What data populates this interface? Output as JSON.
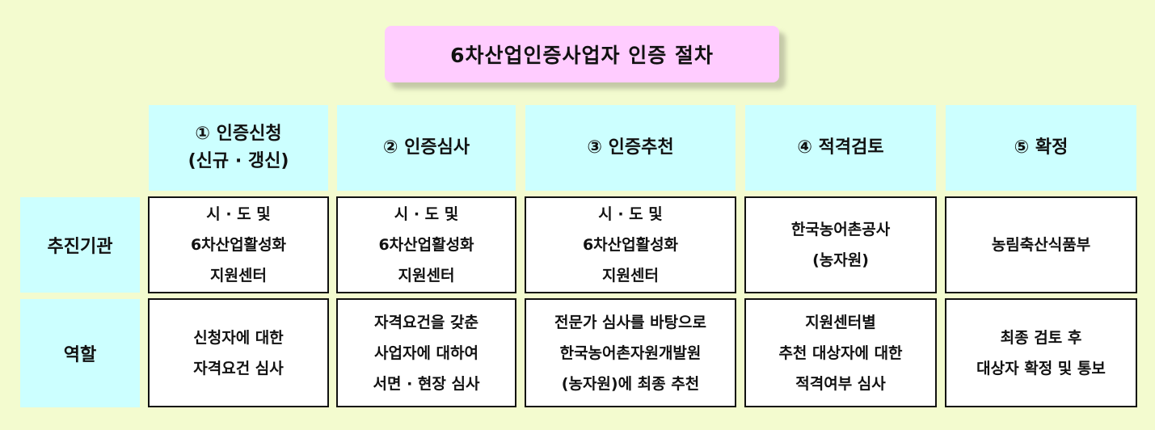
{
  "title": "6차산업인증사업자 인증 절차",
  "steps": [
    {
      "lines": [
        "① 인증신청",
        "(신규 · 갱신)"
      ]
    },
    {
      "lines": [
        "② 인증심사"
      ]
    },
    {
      "lines": [
        "③ 인증추천"
      ]
    },
    {
      "lines": [
        "④ 적격검토"
      ]
    },
    {
      "lines": [
        "⑤ 확정"
      ]
    }
  ],
  "rows": [
    {
      "label": "추진기관",
      "cells": [
        [
          "시 · 도 및",
          "6차산업활성화",
          "지원센터"
        ],
        [
          "시 · 도 및",
          "6차산업활성화",
          "지원센터"
        ],
        [
          "시 · 도 및",
          "6차산업활성화",
          "지원센터"
        ],
        [
          "한국농어촌공사",
          "(농자원)"
        ],
        [
          "농림축산식품부"
        ]
      ]
    },
    {
      "label": "역할",
      "cells": [
        [
          "신청자에 대한",
          "자격요건 심사"
        ],
        [
          "자격요건을 갖춘",
          "사업자에 대하여",
          "서면 · 현장 심사"
        ],
        [
          "전문가 심사를 바탕으로",
          "한국농어촌자원개발원",
          "(농자원)에 최종 추천"
        ],
        [
          "지원센터별",
          "추천 대상자에 대한",
          "적격여부 심사"
        ],
        [
          "최종 검토 후",
          "대상자 확정 및 통보"
        ]
      ]
    }
  ]
}
